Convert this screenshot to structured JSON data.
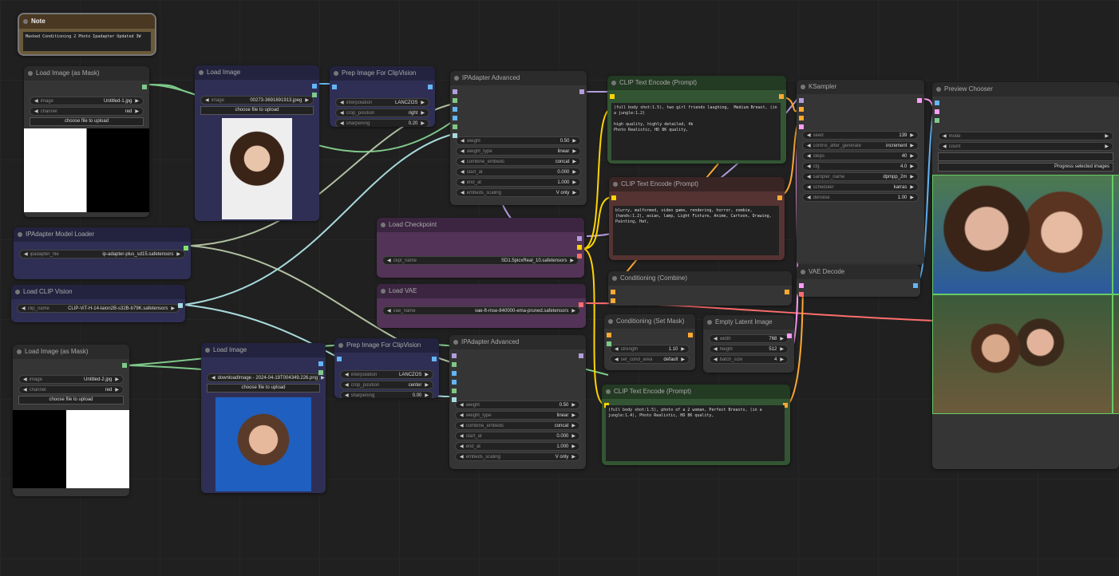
{
  "nodes": {
    "note": {
      "title": "Note",
      "text": "Masked Conditioning 2 Photo Ipadapter Updated 3W"
    },
    "mask1": {
      "title": "Load Image (as Mask)",
      "widgets": [
        [
          "image",
          "Untitled-1.jpg"
        ],
        [
          "channel",
          "red"
        ]
      ],
      "button": "choose file to upload"
    },
    "loadimg1": {
      "title": "Load Image",
      "widgets": [
        [
          "image",
          "00273-3691691913.jpeg"
        ]
      ],
      "button": "choose file to upload"
    },
    "prep1": {
      "title": "Prep Image For ClipVision",
      "widgets": [
        [
          "interpolation",
          "LANCZOS"
        ],
        [
          "crop_position",
          "right"
        ],
        [
          "sharpening",
          "0.20"
        ]
      ]
    },
    "ipadv1": {
      "title": "IPAdapter Advanced",
      "widgets": [
        [
          "weight",
          "0.50"
        ],
        [
          "weight_type",
          "linear"
        ],
        [
          "combine_embeds",
          "concat"
        ],
        [
          "start_at",
          "0.000"
        ],
        [
          "end_at",
          "1.000"
        ],
        [
          "embeds_scaling",
          "V only"
        ]
      ]
    },
    "clip1": {
      "title": "CLIP Text Encode (Prompt)",
      "text": "(full body shot:1.5), two girl friends laughing,  Medium Breast, (in a jungle:1.2)\n\nhigh quality, highly detailed, 4k\nPhoto Realistic, HD 8K quality,"
    },
    "clip2": {
      "title": "CLIP Text Encode (Prompt)",
      "text": "blurry, malformed, video game, rendering, horror, zombie, (hands:1.2), asian, lamp, Light Fixture, Anime, Cartoon, Drawing, Painting, Hat,"
    },
    "ksampler": {
      "title": "KSampler",
      "widgets": [
        [
          "seed",
          "139"
        ],
        [
          "control_after_generate",
          "increment"
        ],
        [
          "steps",
          "40"
        ],
        [
          "cfg",
          "4.0"
        ],
        [
          "sampler_name",
          "dpmpp_2m"
        ],
        [
          "scheduler",
          "karras"
        ],
        [
          "denoise",
          "1.00"
        ]
      ]
    },
    "preview": {
      "title": "Preview Chooser",
      "widgets": [
        [
          "mode",
          ""
        ],
        [
          "count",
          ""
        ]
      ],
      "button": "Progress selected images"
    },
    "ipmodel": {
      "title": "IPAdapter Model Loader",
      "widgets": [
        [
          "ipadapter_file",
          "ip-adapter-plus_sd15.safetensors"
        ]
      ]
    },
    "clipvision": {
      "title": "Load CLIP Vision",
      "widgets": [
        [
          "clip_name",
          "CLIP-ViT-H-14-laion2B-s32B-b79K.safetensors"
        ]
      ]
    },
    "checkpoint": {
      "title": "Load Checkpoint",
      "widgets": [
        [
          "ckpt_name",
          "SD1.5picxReal_10.safetensors"
        ]
      ]
    },
    "vae": {
      "title": "Load VAE",
      "widgets": [
        [
          "vae_name",
          "vae-ft-mse-840000-ema-pruned.safetensors"
        ]
      ]
    },
    "combine": {
      "title": "Conditioning (Combine)"
    },
    "vaedecode": {
      "title": "VAE Decode"
    },
    "setmask": {
      "title": "Conditioning (Set Mask)",
      "widgets": [
        [
          "strength",
          "1.10"
        ],
        [
          "set_cond_area",
          "default"
        ]
      ]
    },
    "latent": {
      "title": "Empty Latent Image",
      "widgets": [
        [
          "width",
          "768"
        ],
        [
          "height",
          "512"
        ],
        [
          "batch_size",
          "4"
        ]
      ]
    },
    "mask2": {
      "title": "Load Image (as Mask)",
      "widgets": [
        [
          "image",
          "Untitled-2.jpg"
        ],
        [
          "channel",
          "red"
        ]
      ],
      "button": "choose file to upload"
    },
    "loadimg2": {
      "title": "Load Image",
      "widgets": [
        [
          "image",
          "downloadImage - 2024-04-19T004349.226.png"
        ]
      ],
      "button": "choose file to upload"
    },
    "prep2": {
      "title": "Prep Image For ClipVision",
      "widgets": [
        [
          "interpolation",
          "LANCZOS"
        ],
        [
          "crop_position",
          "center"
        ],
        [
          "sharpening",
          "0.00"
        ]
      ]
    },
    "ipadv2": {
      "title": "IPAdapter Advanced",
      "widgets": [
        [
          "weight",
          "0.50"
        ],
        [
          "weight_type",
          "linear"
        ],
        [
          "combine_embeds",
          "concat"
        ],
        [
          "start_at",
          "0.000"
        ],
        [
          "end_at",
          "1.000"
        ],
        [
          "embeds_scaling",
          "V only"
        ]
      ]
    },
    "clip3": {
      "title": "CLIP Text Encode (Prompt)",
      "text": "(full body shot:1.5), photo of a 2 woman, Perfect Breasts, (in a jungle:1.4), Photo Realistic, HD 8K quality,"
    }
  },
  "colors": {
    "model": "#b39ddb",
    "clip": "#ffd500",
    "vae": "#ff6e6e",
    "conditioning": "#ffa931",
    "image": "#64b5f6",
    "mask": "#81c784",
    "latent": "#ff9cf9",
    "ipadapter": "#b0c0a0",
    "clip_vision": "#a8dadc"
  }
}
